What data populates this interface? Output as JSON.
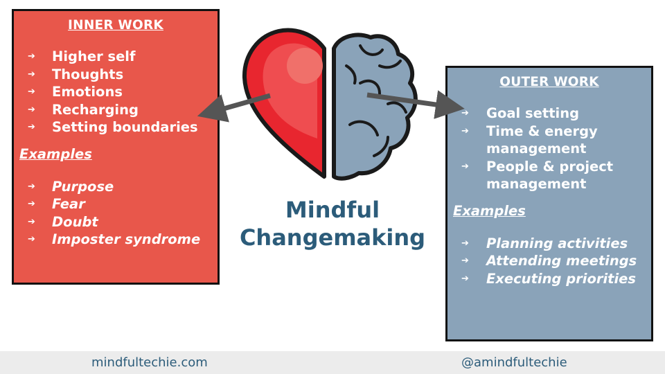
{
  "inner_work": {
    "title": "INNER WORK",
    "items": [
      "Higher self",
      "Thoughts",
      "Emotions",
      "Recharging",
      "Setting boundaries"
    ],
    "examples_label": "Examples",
    "examples": [
      "Purpose",
      "Fear",
      "Doubt",
      "Imposter syndrome"
    ],
    "color": "#e8574b"
  },
  "outer_work": {
    "title": "OUTER WORK",
    "items": [
      "Goal setting",
      "Time & energy management",
      "People & project management"
    ],
    "examples_label": "Examples",
    "examples": [
      "Planning activities",
      "Attending meetings",
      "Executing priorities"
    ],
    "color": "#8aa3b9"
  },
  "center": {
    "title_line1": "Mindful",
    "title_line2": "Changemaking",
    "color": "#2c5c7a",
    "icon": "heart-brain-icon"
  },
  "footer": {
    "website": "mindfultechie.com",
    "handle": "@amindfultechie"
  },
  "bullet_icon": "right-arrow-icon"
}
